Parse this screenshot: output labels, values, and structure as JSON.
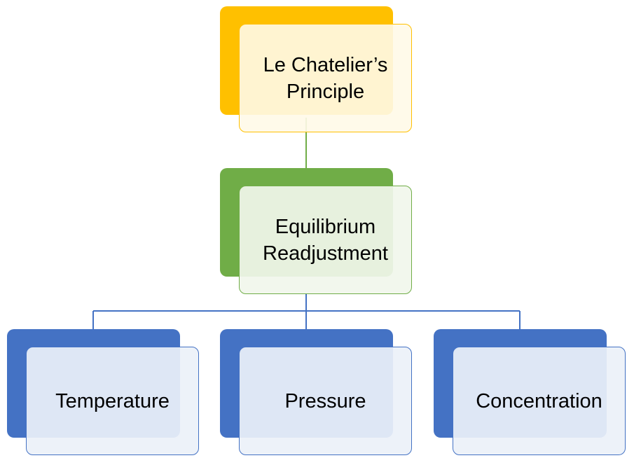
{
  "diagram": {
    "root": {
      "label": "Le Chatelier’s\nPrinciple",
      "accent": "#FFC000",
      "fill": "rgba(255, 249, 232, 0.9)",
      "border": "#FFC000"
    },
    "middle": {
      "label": "Equilibrium\nReadjustment",
      "accent": "#70AD47",
      "fill": "rgba(241, 246, 236, 0.92)",
      "border": "#70AD47"
    },
    "leaves": [
      {
        "label": "Temperature",
        "accent": "#4472C4",
        "fill": "rgba(236, 241, 248, 0.92)",
        "border": "#4472C4"
      },
      {
        "label": "Pressure",
        "accent": "#4472C4",
        "fill": "rgba(236, 241, 248, 0.92)",
        "border": "#4472C4"
      },
      {
        "label": "Concentration",
        "accent": "#4472C4",
        "fill": "rgba(236, 241, 248, 0.92)",
        "border": "#4472C4"
      }
    ],
    "connector_colors": {
      "root_to_middle": "#70AD47",
      "middle_to_leaves": "#4472C4"
    }
  }
}
